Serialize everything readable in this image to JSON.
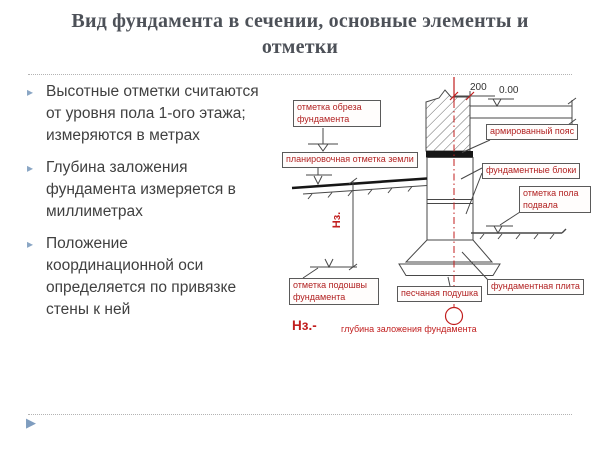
{
  "slide": {
    "title": "Вид фундамента в сечении, основные элементы и\nотметки",
    "bullet_glyph": "▸",
    "footer_glyph": "▶",
    "bullets": {
      "b1": "Высотные отметки считаются\nот уровня пола 1-ого этажа;\nизмеряются в метрах",
      "b2": "Глубина заложения\nфундамента измеряется в\nмиллиметрах",
      "b3": "Положение\nкоординационной оси\nопределяется по привязке\nстены к ней"
    }
  },
  "diagram": {
    "labels": {
      "cut_mark": "отметка обреза\nфундамента",
      "ground_mark": "планировочная отметка земли",
      "reinforced_belt": "армированный пояс",
      "foundation_blocks": "фундаментные блоки",
      "basement_floor_mark": "отметка пола\nподвала",
      "sole_mark": "отметка подошвы\nфундамента",
      "sand_cushion": "песчаная подушка",
      "foundation_plate": "фундаментная плита"
    },
    "annotations": {
      "offset_dim": "200",
      "zero_level": "0.00",
      "depth_axis": "Нз.",
      "legend_symbol": "Нз.-",
      "legend_text": "глубина заложения фундамента"
    },
    "colors": {
      "label_red": "#b22222",
      "axis_red": "#c11e1e",
      "line_gray": "#474747",
      "accent_blue": "#8aa6c4"
    }
  }
}
